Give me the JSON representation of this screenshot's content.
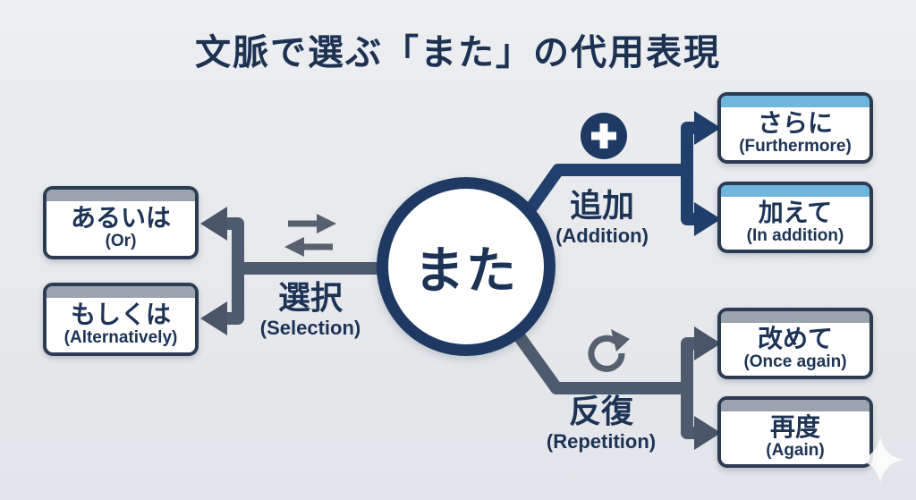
{
  "title": "文脈で選ぶ「また」の代用表現",
  "center_label": "また",
  "branches": {
    "selection": {
      "label": "選択",
      "sub": "(Selection)"
    },
    "addition": {
      "label": "追加",
      "sub": "(Addition)"
    },
    "repetition": {
      "label": "反復",
      "sub": "(Repetition)"
    }
  },
  "boxes": {
    "or": {
      "jp": "あるいは",
      "en": "(Or)"
    },
    "alternatively": {
      "jp": "もしくは",
      "en": "(Alternatively)"
    },
    "furthermore": {
      "jp": "さらに",
      "en": "(Furthermore)"
    },
    "in_addition": {
      "jp": "加えて",
      "en": "(In addition)"
    },
    "once_again": {
      "jp": "改めて",
      "en": "(Once again)"
    },
    "again": {
      "jp": "再度",
      "en": "(Again)"
    }
  },
  "icons": {
    "selection": "swap-arrows-icon",
    "addition": "plus-icon",
    "repetition": "refresh-icon",
    "decoration": "sparkle-icon"
  },
  "colors": {
    "background": "#e8eaed",
    "navy": "#1e3a63",
    "navy_connector": "#21406d",
    "slate_connector": "#4e5b6e",
    "header_gray": "#9ba3ae",
    "header_blue": "#6fb6df",
    "card_background": "#ffffff",
    "text": "#1d3356"
  }
}
